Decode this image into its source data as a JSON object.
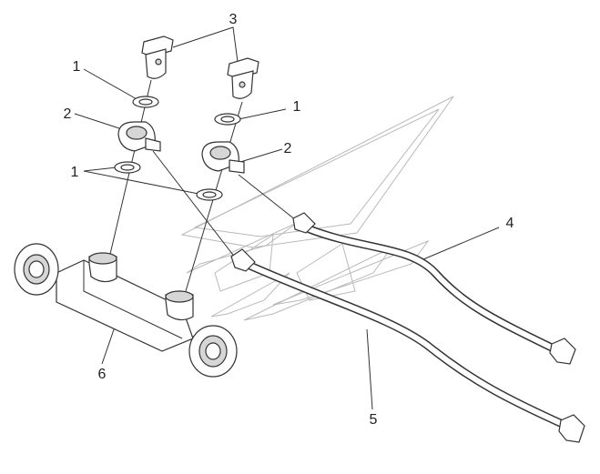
{
  "callouts": {
    "washer": "1",
    "banjo_fitting": "2",
    "banjo_bolt": "3",
    "hose_upper": "4",
    "hose_lower": "5",
    "hydraulic_cylinder": "6"
  },
  "colors": {
    "line": "#333333",
    "part_fill": "#ffffff",
    "shade": "#d6d6d6",
    "watermark": "#b9b9b9",
    "background": "#ffffff"
  }
}
